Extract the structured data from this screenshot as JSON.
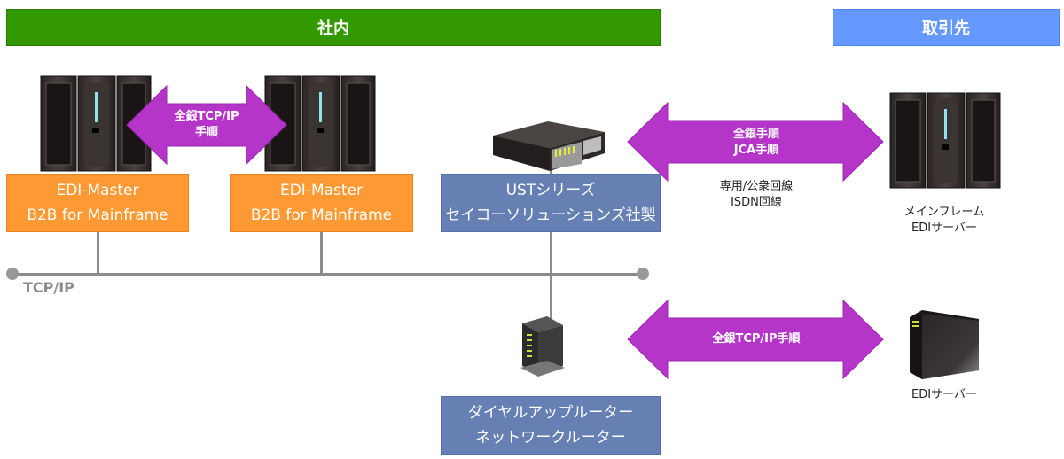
{
  "headers": {
    "internal": "社内",
    "partner": "取引先"
  },
  "colors": {
    "internal_header": "#339900",
    "partner_header": "#6699ff",
    "edi_master_box": "#ff9933",
    "device_box": "#6680b3",
    "arrow": "#b535c9",
    "network_line": "#8c8c8c"
  },
  "nodes": {
    "edi_master_1": {
      "line1": "EDI-Master",
      "line2": "B2B for Mainframe",
      "icon": "mainframe-server-icon"
    },
    "edi_master_2": {
      "line1": "EDI-Master",
      "line2": "B2B for Mainframe",
      "icon": "mainframe-server-icon"
    },
    "ust": {
      "line1": "USTシリーズ",
      "line2": "セイコーソリューションズ社製",
      "icon": "rack-server-icon"
    },
    "router": {
      "line1": "ダイヤルアップルーター",
      "line2": "ネットワークルーター",
      "icon": "router-icon"
    },
    "partner_mainframe": {
      "line1": "メインフレーム",
      "line2": "EDIサーバー",
      "icon": "mainframe-server-icon"
    },
    "partner_edi_server": {
      "line1": "EDIサーバー",
      "icon": "tower-server-icon"
    }
  },
  "network": {
    "label": "TCP/IP"
  },
  "connections": {
    "internal_link": {
      "line1": "全銀TCP/IP",
      "line2": "手順"
    },
    "mainframe_link": {
      "line1": "全銀手順",
      "line2": "JCA手順",
      "note1": "専用/公衆回線",
      "note2": "ISDN回線"
    },
    "server_link": {
      "line1": "全銀TCP/IP手順"
    }
  }
}
